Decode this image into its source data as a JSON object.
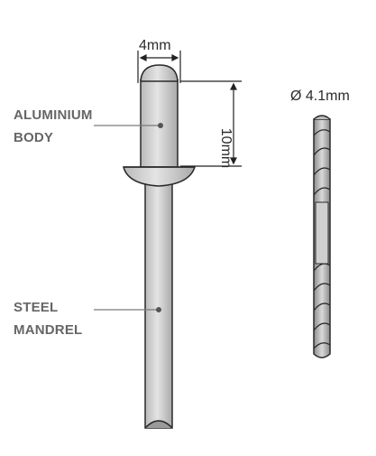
{
  "labels": {
    "body_line1": "ALUMINIUM",
    "body_line2": "BODY",
    "mandrel_line1": "STEEL",
    "mandrel_line2": "MANDREL"
  },
  "dimensions": {
    "head_width": "4mm",
    "body_length": "10mm",
    "drill_diameter": "Ø 4.1mm"
  },
  "colors": {
    "metal_fill": "#d2d2d2",
    "metal_shadow": "#9a9a9a",
    "outline": "#2a2a2a",
    "label_text": "#666666",
    "leader_line": "#7a7a7a"
  }
}
